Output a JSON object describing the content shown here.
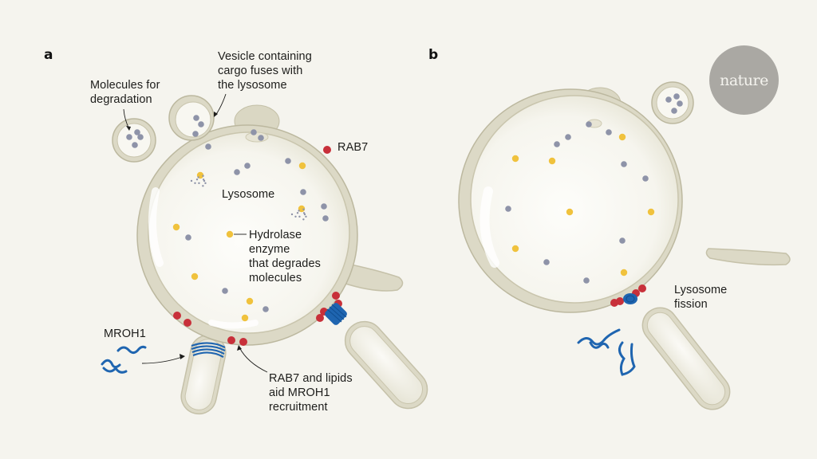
{
  "figure": {
    "publisher_logo": "nature",
    "colors": {
      "background": "#f5f4ee",
      "membrane": "#d9d6c2",
      "membrane_edge": "#b9b59c",
      "lumen": "#fbfaf6",
      "cargo_molecule": "#8e93a8",
      "hydrolase": "#f0c23d",
      "rab7": "#c8303a",
      "mroh1": "#1f65b0"
    }
  },
  "panel_a": {
    "letter": "a",
    "labels": {
      "molecules": "Molecules for\ndegradation",
      "vesicle": "Vesicle containing\ncargo fuses with\nthe lysosome",
      "rab7": "RAB7",
      "lysosome": "Lysosome",
      "hydrolase": "Hydrolase\nenzyme\nthat degrades\nmolecules",
      "mroh1": "MROH1",
      "recruitment": "RAB7 and lipids\naid MROH1\nrecruitment"
    }
  },
  "panel_b": {
    "letter": "b",
    "labels": {
      "fission": "Lysosome\nfission"
    }
  }
}
